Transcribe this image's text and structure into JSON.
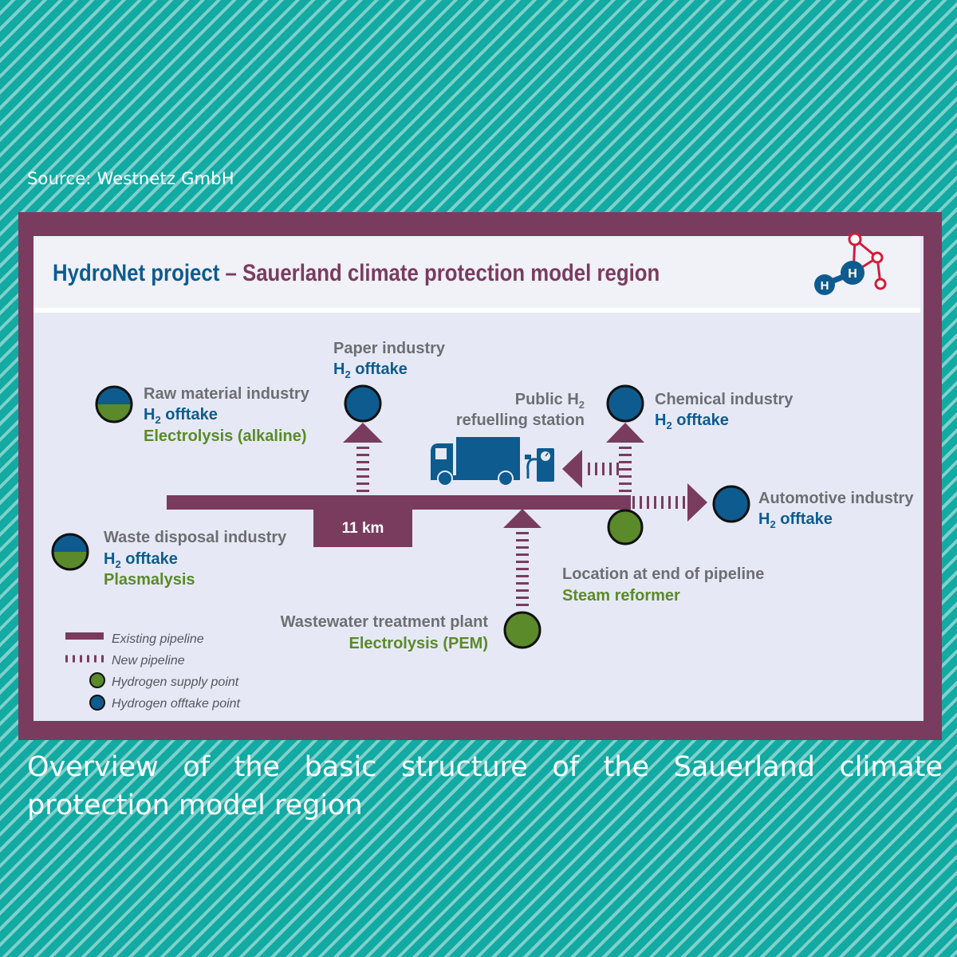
{
  "source": "Source: Westnetz GmbH",
  "title": {
    "project": "HydroNet project",
    "dash": "–",
    "region": "Sauerland climate protection model region"
  },
  "logo": {
    "icon": "hydrogen-molecule-icon",
    "atom_left": "H",
    "atom_right": "H"
  },
  "pipeline": {
    "length_label": "11 km"
  },
  "nodes": {
    "paper": {
      "name": "Paper industry",
      "offtake": "H",
      "offtake_sub": "2",
      "offtake_rest": " offtake"
    },
    "raw_material": {
      "name": "Raw material industry",
      "offtake": "H",
      "offtake_sub": "2",
      "offtake_rest": " offtake",
      "supply": "Electrolysis (alkaline)"
    },
    "refuelling": {
      "line1": "Public H",
      "line1_sub": "2",
      "line2": "refuelling station"
    },
    "chemical": {
      "name": "Chemical industry",
      "offtake": "H",
      "offtake_sub": "2",
      "offtake_rest": " offtake"
    },
    "automotive": {
      "name": "Automotive industry",
      "offtake": "H",
      "offtake_sub": "2",
      "offtake_rest": " offtake"
    },
    "waste": {
      "name": "Waste disposal industry",
      "offtake": "H",
      "offtake_sub": "2",
      "offtake_rest": " offtake",
      "supply": "Plasmalysis"
    },
    "end_of_pipeline": {
      "name": "Location at end of pipeline",
      "supply": "Steam reformer"
    },
    "wastewater": {
      "name": "Wastewater treatment plant",
      "supply": "Electrolysis (PEM)"
    }
  },
  "legend": {
    "existing": "Existing pipeline",
    "new": "New pipeline",
    "supply": "Hydrogen supply point",
    "offtake": "Hydrogen offtake point"
  },
  "colors": {
    "pipeline": "#7a3c5e",
    "offtake": "#0e5b8f",
    "supply": "#5a8a2a",
    "label_gray": "#6e6e72"
  },
  "caption": "Overview of the basic structure of the Sauerland climate protection model region"
}
